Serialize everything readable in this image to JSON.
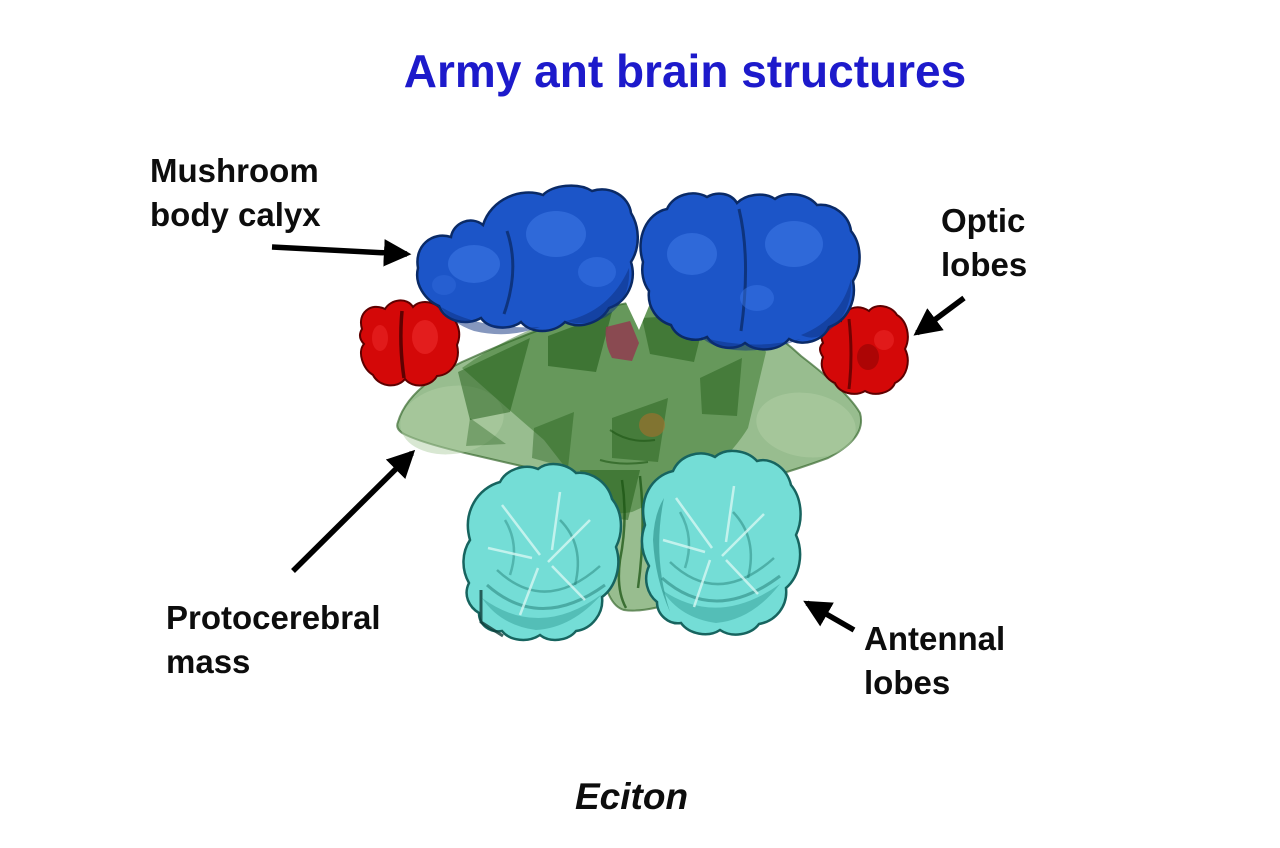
{
  "title": {
    "text": "Army ant brain structures",
    "color": "#1d1acb"
  },
  "labels": {
    "mushroom_body_calyx": "Mushroom\nbody calyx",
    "optic_lobes": "Optic\nlobes",
    "protocerebral_mass": "Protocerebral\nmass",
    "antennal_lobes": "Antennal\nlobes"
  },
  "caption": {
    "species": "Eciton"
  },
  "structures": {
    "mushroom_body_calyx": {
      "color": "#1c55c8"
    },
    "optic_lobes": {
      "color": "#d40808"
    },
    "protocerebral_mass": {
      "color": "#8fb786"
    },
    "antennal_lobes": {
      "color": "#74ddd6"
    },
    "peach_patch": {
      "color": "#f3c78f"
    },
    "maroon_patch": {
      "color": "#8e4150"
    }
  },
  "arrow_color": "#000000"
}
